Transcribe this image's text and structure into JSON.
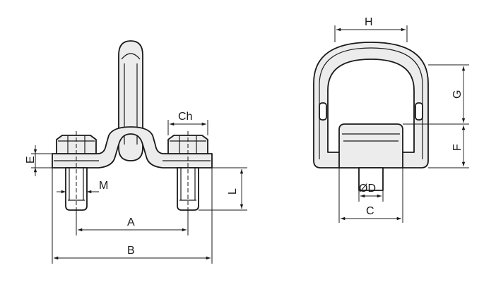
{
  "labels": {
    "A": "A",
    "B": "B",
    "M": "M",
    "Ch": "Ch",
    "E": "E",
    "L": "L",
    "H": "H",
    "G": "G",
    "F": "F",
    "C": "C",
    "D": "ØD"
  }
}
